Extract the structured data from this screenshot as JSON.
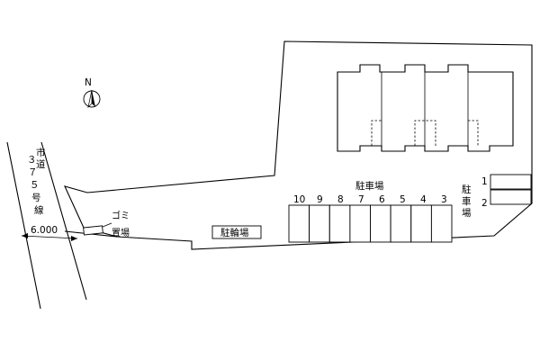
{
  "compass": {
    "label": "N"
  },
  "road": {
    "name_vertical": [
      "市",
      "道",
      "３",
      "７",
      "５",
      "号",
      "線"
    ],
    "width_label": "6.000"
  },
  "labels": {
    "garbage": [
      "ゴミ",
      "置場"
    ],
    "bicycle_parking": "駐輪場",
    "main_parking": "駐車場",
    "side_parking_vertical": [
      "駐",
      "車",
      "場"
    ]
  },
  "parking_numbers": [
    "10",
    "9",
    "8",
    "7",
    "6",
    "5",
    "4",
    "3"
  ],
  "side_parking_numbers": [
    "1",
    "2"
  ]
}
